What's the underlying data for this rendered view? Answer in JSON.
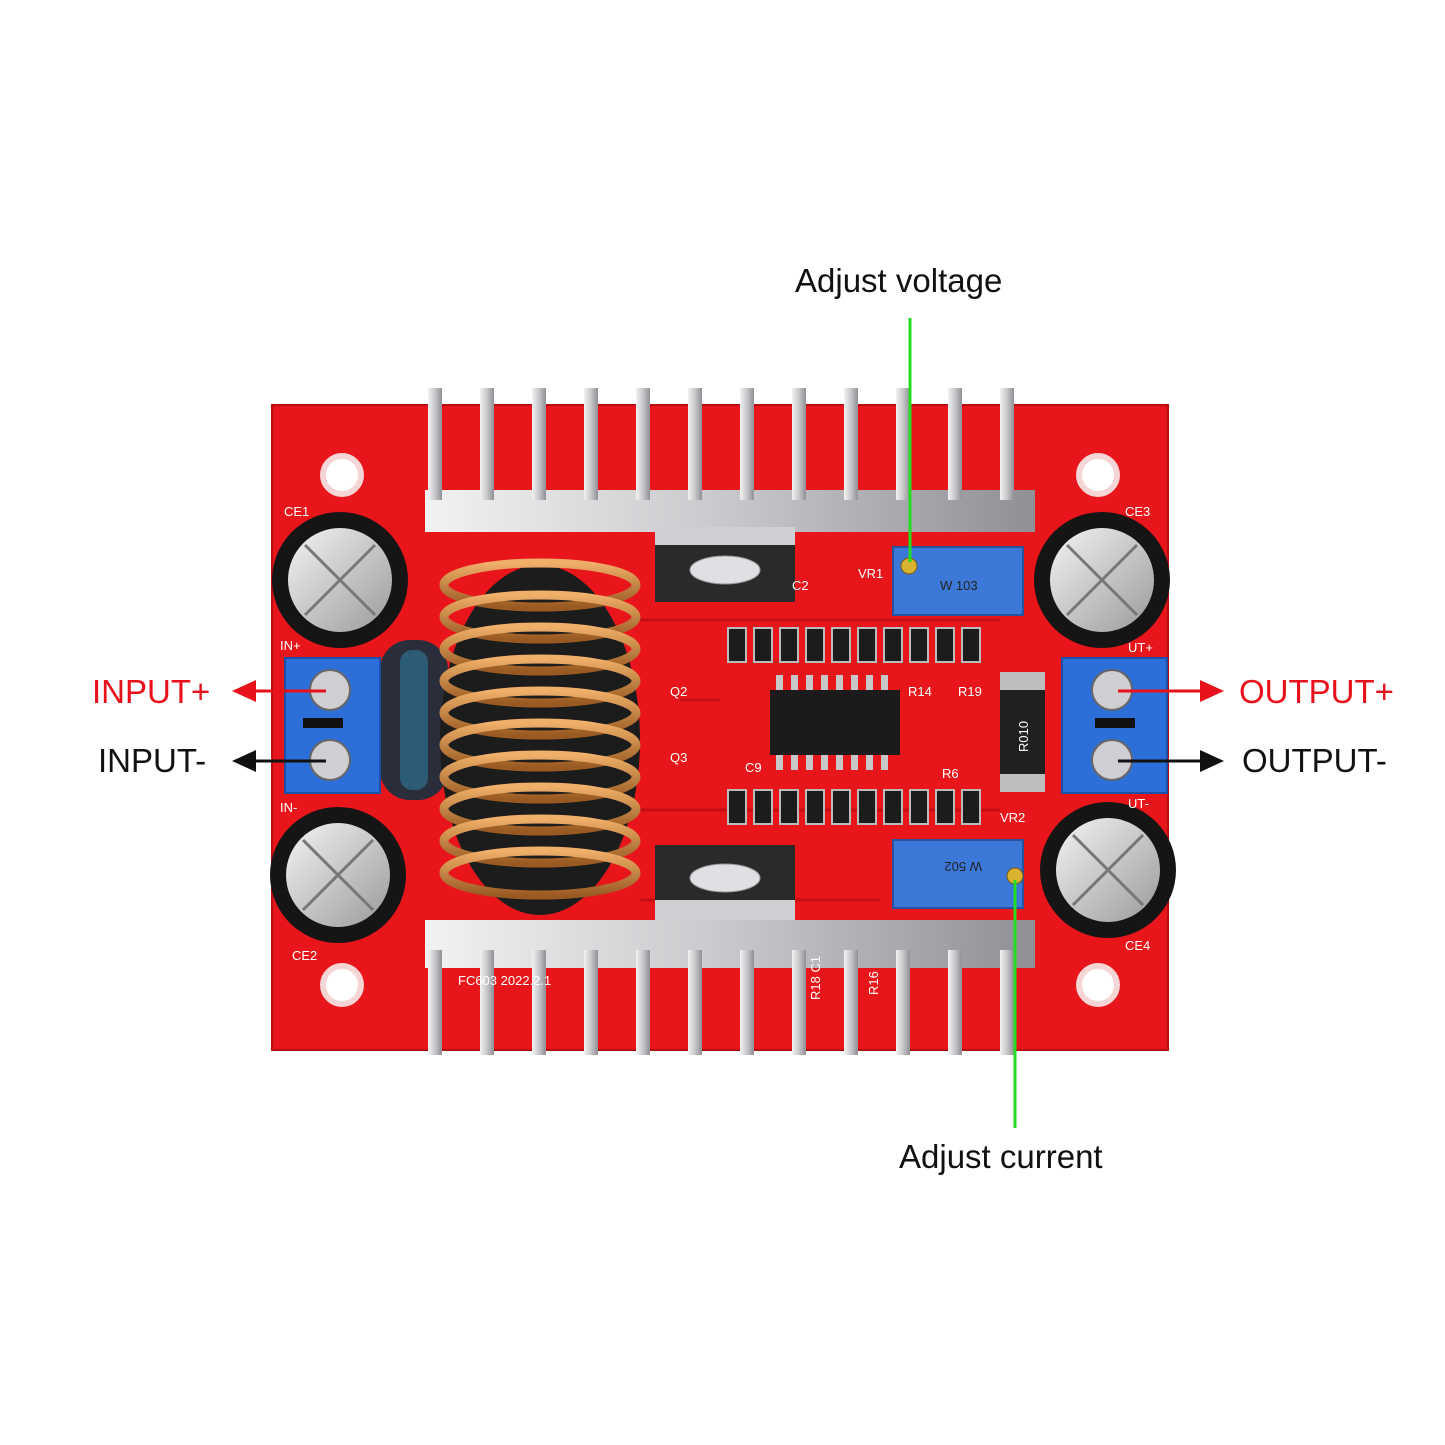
{
  "labels": {
    "adjust_voltage": "Adjust voltage",
    "adjust_current": "Adjust current",
    "input_plus": "INPUT+",
    "input_minus": "INPUT-",
    "output_plus": "OUTPUT+",
    "output_minus": "OUTPUT-"
  },
  "board_markings": {
    "ce1": "CE1",
    "ce2": "CE2",
    "ce3": "CE3",
    "ce4": "CE4",
    "in_plus": "IN+",
    "in_minus": "IN-",
    "out_plus": "UT+",
    "out_minus": "UT-",
    "c2": "C2",
    "c9": "C9",
    "q2": "Q2",
    "q3": "Q3",
    "vr1": "VR1",
    "vr2": "VR2",
    "r14": "R14",
    "r19": "R19",
    "r6": "R6",
    "pot_top": "W 103",
    "pot_bottom": "W 502",
    "shunt": "R010",
    "pcb_code": "FC603 2022.2.1",
    "r18_c1": "R18 C1",
    "r16": "R16"
  },
  "colors": {
    "pcb": "#e8151a",
    "heatsink": "#d9d9dc",
    "terminal": "#2d6fd8",
    "potentiometer": "#3c78d8",
    "callout_line": "#22dd22",
    "input_plus_arrow": "#e8101a",
    "output_plus_arrow": "#e8101a",
    "minus_arrow": "#111111",
    "coil": "#c9823a"
  }
}
